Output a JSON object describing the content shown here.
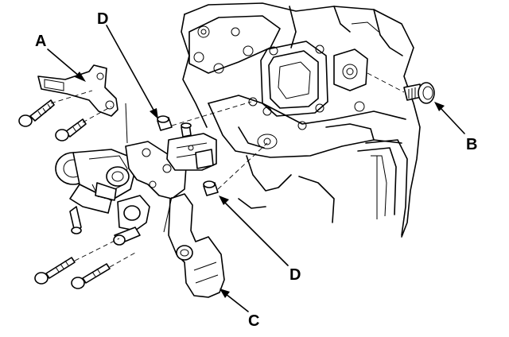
{
  "callouts": {
    "a": "A",
    "b": "B",
    "c": "C",
    "d_upper": "D",
    "d_lower": "D"
  },
  "colors": {
    "line": "#000000",
    "background": "#ffffff"
  }
}
